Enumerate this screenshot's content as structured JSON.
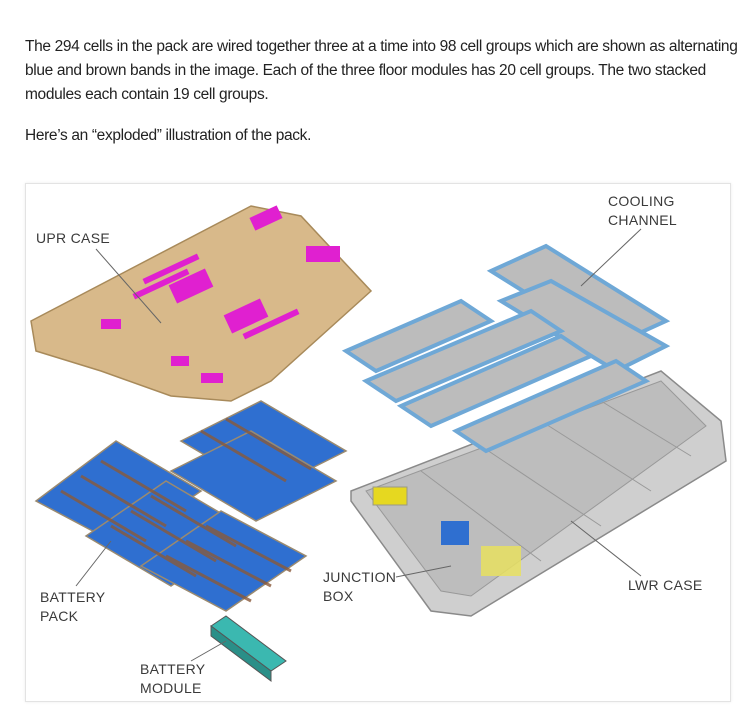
{
  "article": {
    "paragraph_1": "The 294 cells in the pack are wired together three at a time into 98 cell groups which are shown as alternating blue and brown bands in the image. Each of the three floor modules has 20 cell groups. The two stacked modules each contain 19 cell groups.",
    "paragraph_2": "Here’s an “exploded” illustration of the pack."
  },
  "figure": {
    "labels": {
      "upr_case": "UPR CASE",
      "cooling_channel_1": "COOLING",
      "cooling_channel_2": "CHANNEL",
      "battery_pack_1": "BATTERY",
      "battery_pack_2": "PACK",
      "junction_box_1": "JUNCTION",
      "junction_box_2": "BOX",
      "lwr_case": "LWR CASE",
      "battery_module_1": "BATTERY",
      "battery_module_2": "MODULE"
    },
    "colors": {
      "upper_case": "#d8b98a",
      "pads": "#e020d0",
      "cells_blue": "#2f6fd0",
      "cells_brown": "#8a5a3a",
      "cooling": "#7fb2d8",
      "lower_case": "#c8c8c8",
      "module": "#3bb8b0"
    }
  }
}
